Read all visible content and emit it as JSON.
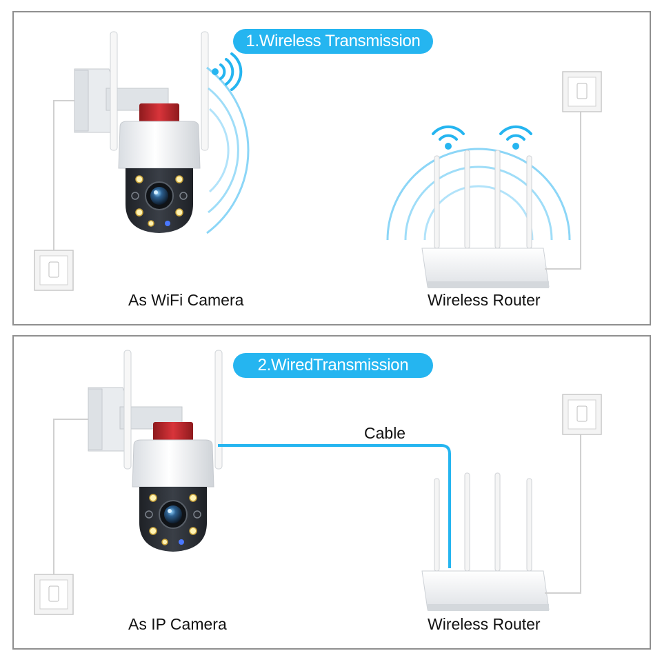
{
  "panels": [
    {
      "title": "1.Wireless Transmission",
      "camera_label": "As WiFi Camera",
      "router_label": "Wireless Router"
    },
    {
      "title": "2.WiredTransmission",
      "camera_label": "As IP Camera",
      "router_label": "Wireless Router",
      "cable_label": "Cable"
    }
  ],
  "colors": {
    "accent": "#25b5f0",
    "border": "#8f8f8f",
    "camera_red": "#c0282b",
    "camera_dark": "#2b2f36"
  },
  "icons": [
    "wifi-signal-icon",
    "wall-outlet-icon",
    "camera-icon",
    "router-icon"
  ]
}
